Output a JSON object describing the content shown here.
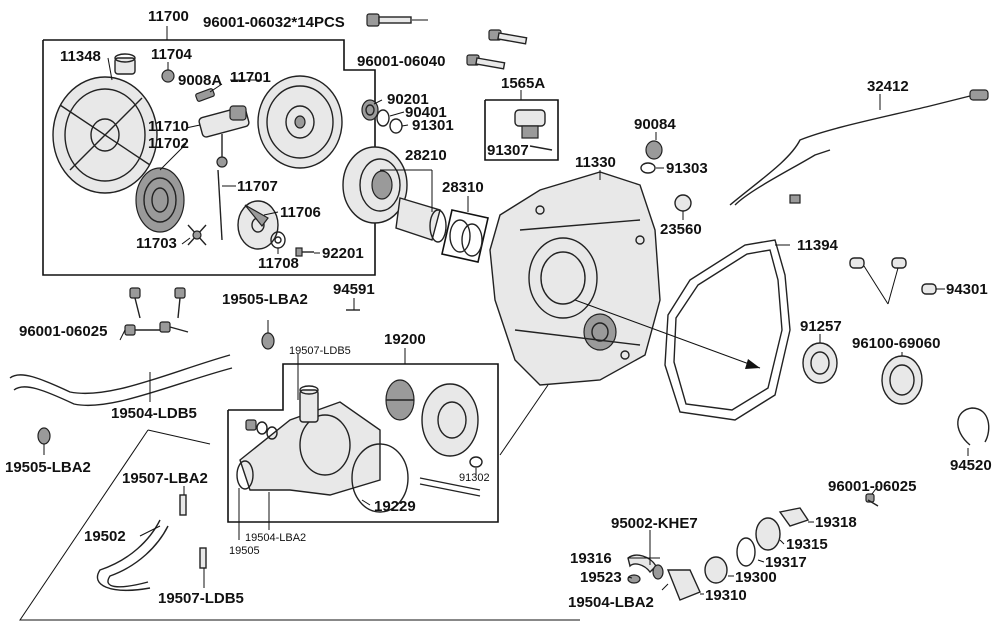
{
  "labels": {
    "l11700": "11700",
    "l96001_06032": "96001-06032*14PCS",
    "l11348": "11348",
    "l11704": "11704",
    "l9008A": "9008A",
    "l11701": "11701",
    "l11710": "11710",
    "l11702": "11702",
    "l11707": "11707",
    "l11706": "11706",
    "l11703": "11703",
    "l11708": "11708",
    "l92201": "92201",
    "l96001_06040": "96001-06040",
    "l1565A": "1565A",
    "l90201": "90201",
    "l90401": "90401",
    "l91301": "91301",
    "l91307": "91307",
    "l28210": "28210",
    "l28310": "28310",
    "l11330": "11330",
    "l90084": "90084",
    "l91303": "91303",
    "l23560": "23560",
    "l32412": "32412",
    "l11394": "11394",
    "l94301": "94301",
    "l91257": "91257",
    "l96100_69060": "96100-69060",
    "l94520": "94520",
    "l96001_06025_a": "96001-06025",
    "l19505_LBA2_a": "19505-LBA2",
    "l94591": "94591",
    "l19507_LDB5_a": "19507-LDB5",
    "l19200": "19200",
    "l19504_LDB5": "19504-LDB5",
    "l19505_LBA2_b": "19505-LBA2",
    "l19507_LBA2": "19507-LBA2",
    "l19502": "19502",
    "l19507_LDB5_b": "19507-LDB5",
    "l91302": "91302",
    "l19229": "19229",
    "l19504_LBA2_a": "19504-LBA2",
    "l19505": "19505",
    "l96001_06025_b": "96001-06025",
    "l19318": "19318",
    "l95002_KHE7": "95002-KHE7",
    "l19315": "19315",
    "l19316": "19316",
    "l19317": "19317",
    "l19523": "19523",
    "l19300": "19300",
    "l19504_LBA2_b": "19504-LBA2",
    "l19310": "19310"
  }
}
